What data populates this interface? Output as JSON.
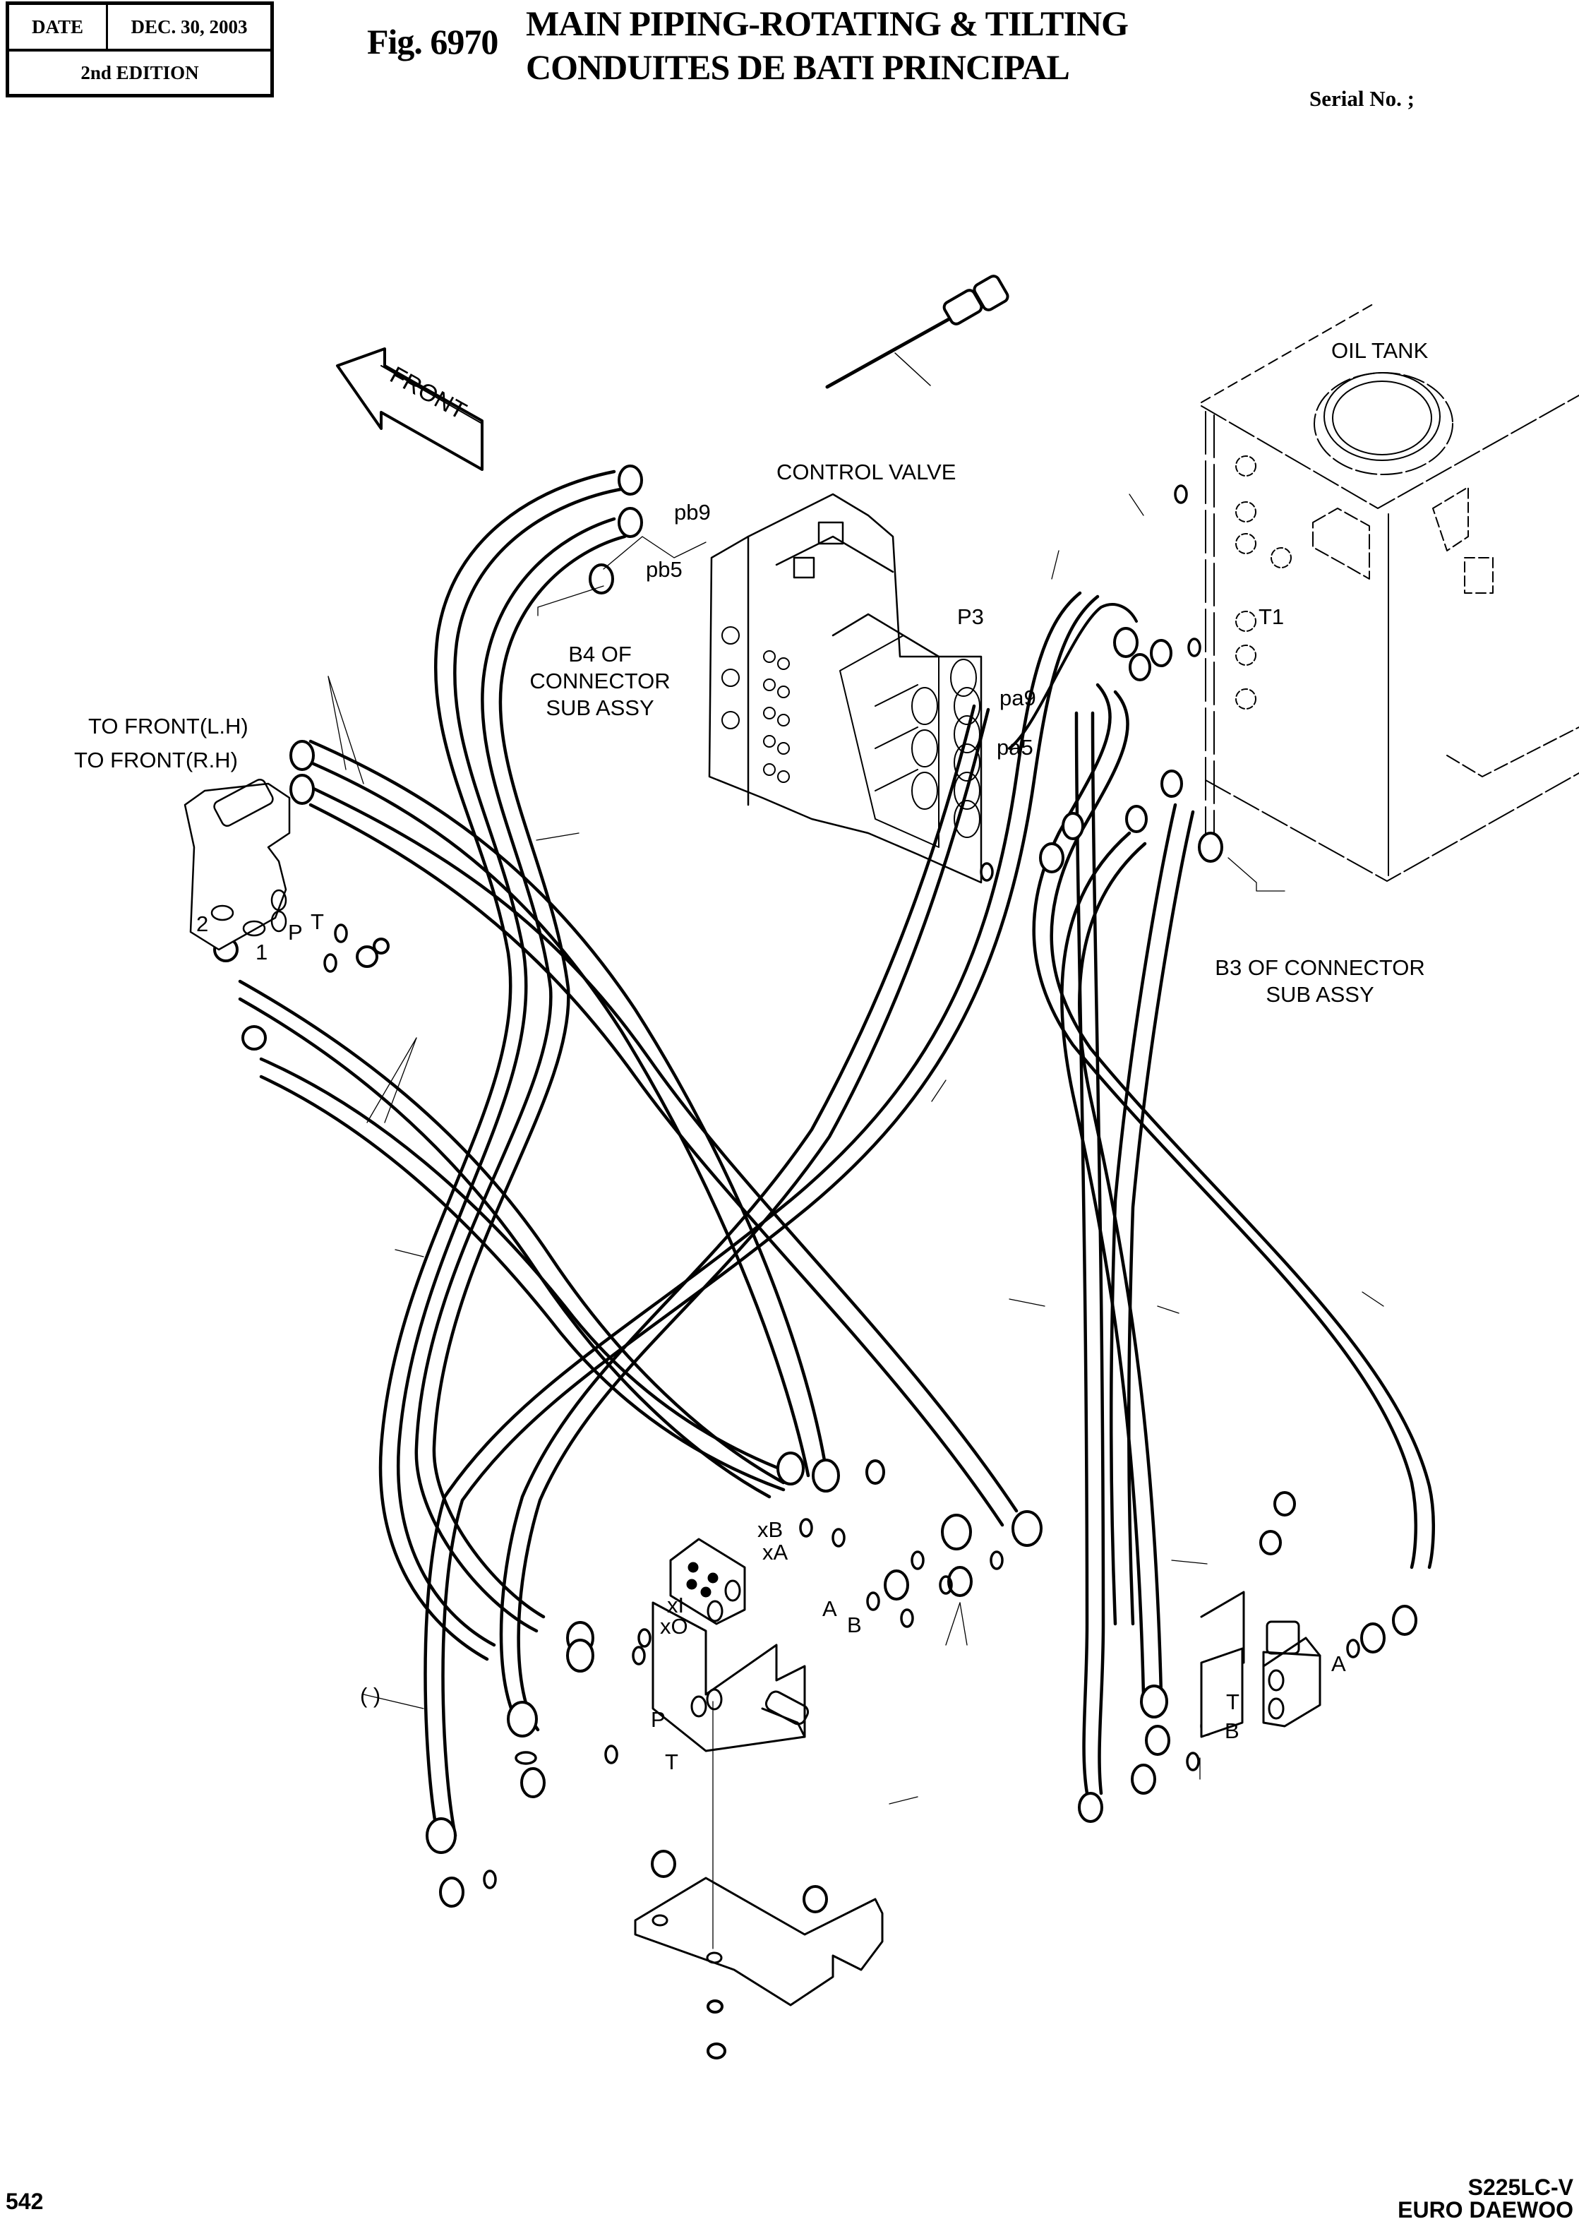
{
  "header": {
    "date_label": "DATE",
    "date_value": "DEC. 30, 2003",
    "edition": "2nd EDITION",
    "figure_number": "Fig. 6970",
    "title_en": "MAIN PIPING-ROTATING & TILTING",
    "title_fr": "CONDUITES DE BATI PRINCIPAL",
    "serial_label": "Serial No. ;"
  },
  "footer": {
    "page_number": "542",
    "model": "S225LC-V",
    "brand": "EURO DAEWOO"
  },
  "diagram": {
    "direction_arrow": "FRONT",
    "components": {
      "oil_tank": "OIL TANK",
      "control_valve": "CONTROL VALVE"
    },
    "references": {
      "b4_connector": [
        "B4 OF",
        "CONNECTOR",
        "SUB ASSY"
      ],
      "b3_connector": [
        "B3 OF CONNECTOR",
        "SUB ASSY"
      ],
      "to_front_lh": "TO FRONT(L.H)",
      "to_front_rh": "TO FRONT(R.H)"
    },
    "port_labels": {
      "pb9": "pb9",
      "pb5": "pb5",
      "p3": "P3",
      "pa9": "pa9",
      "pa5": "pa5",
      "t1": "T1",
      "swivel_2": "2",
      "swivel_1": "1",
      "swivel_p": "P",
      "swivel_t": "T",
      "valve_xb": "xB",
      "valve_xa": "xA",
      "valve_xi": "xI",
      "valve_xo": "xO",
      "valve_a": "A",
      "valve_b": "B",
      "valve_p": "P",
      "valve_t": "T",
      "solenoid_a": "A",
      "solenoid_t": "T",
      "solenoid_b": "B",
      "blank_callout": "(      )"
    }
  }
}
